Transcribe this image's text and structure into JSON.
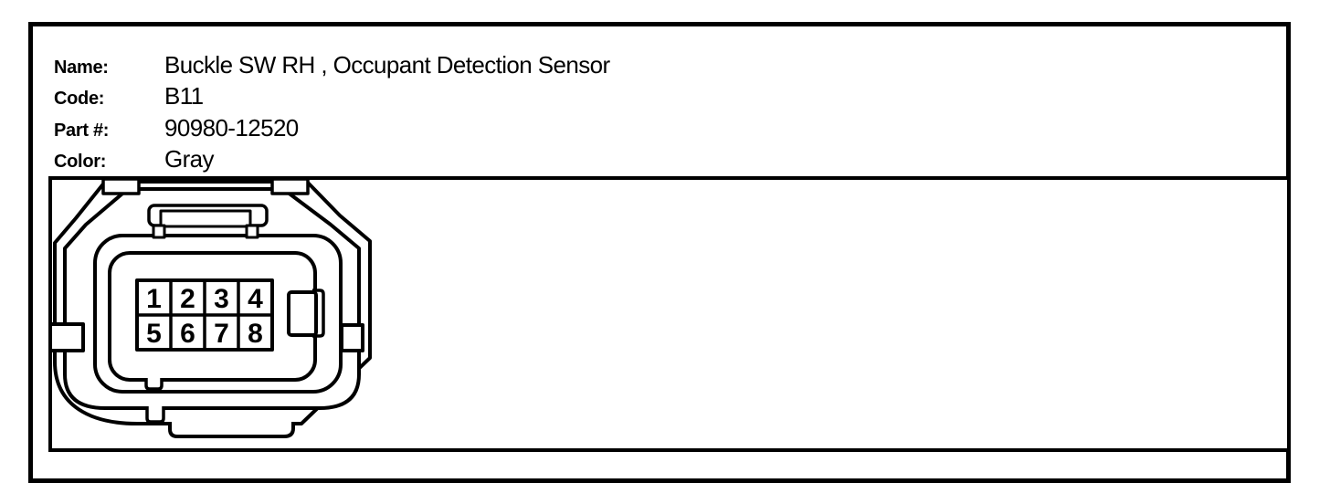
{
  "page": {
    "background": "#ffffff",
    "line_color": "#000000"
  },
  "header": {
    "rows": [
      {
        "label": "Name:",
        "value": "Buckle SW RH , Occupant Detection Sensor"
      },
      {
        "label": "Code:",
        "value": "B11"
      },
      {
        "label": "Part #:",
        "value": "90980-12520"
      },
      {
        "label": "Color:",
        "value": "Gray"
      }
    ]
  },
  "connector": {
    "pins": [
      "1",
      "2",
      "3",
      "4",
      "5",
      "6",
      "7",
      "8"
    ]
  }
}
